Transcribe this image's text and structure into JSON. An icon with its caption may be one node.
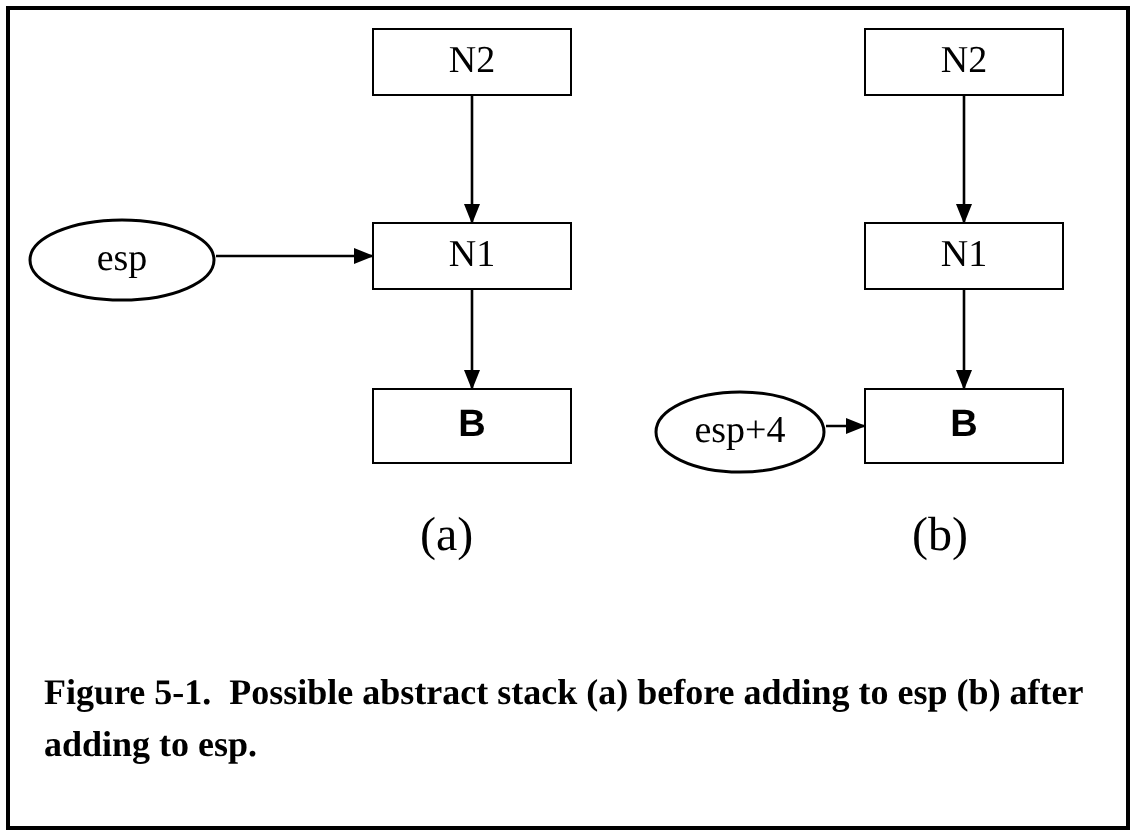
{
  "diagram": {
    "caption": "Figure 5-1.  Possible abstract stack (a) before adding to esp (b) after adding to esp.",
    "nodes": [
      {
        "text": [
          "N2"
        ]
      },
      {
        "text": [
          "N1"
        ]
      },
      {
        "text": [
          "esp"
        ]
      },
      {
        "text": [
          "B"
        ]
      },
      {
        "text": [
          "N2"
        ]
      },
      {
        "text": [
          "N1"
        ]
      },
      {
        "text": [
          "esp+4"
        ]
      },
      {
        "text": [
          "B"
        ]
      }
    ],
    "edges": [
      {
        "from": 0,
        "to": 1,
        "arrow": "to"
      },
      {
        "from": 2,
        "to": 1,
        "arrow": "to"
      },
      {
        "from": 1,
        "to": 3,
        "arrow": "to"
      },
      {
        "from": 4,
        "to": 5,
        "arrow": "to"
      },
      {
        "from": 5,
        "to": 7,
        "arrow": "to"
      },
      {
        "from": 6,
        "to": 7,
        "arrow": "to"
      }
    ],
    "labels": [
      "(a)",
      "(b)"
    ]
  }
}
